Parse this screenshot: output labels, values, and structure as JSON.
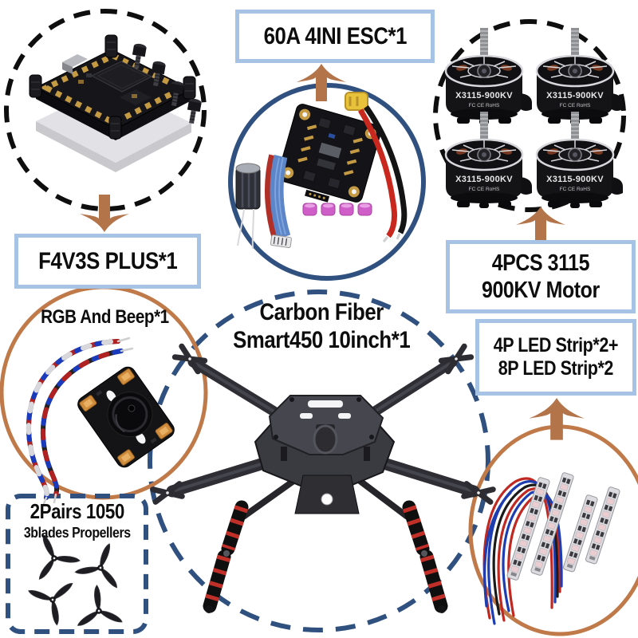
{
  "colors": {
    "label_border": "#a6c3e6",
    "navy": "#30517f",
    "orange": "#c07a4a",
    "arrow": "#b4744a",
    "dash_black": "#0e0e0e",
    "text": "#0d0d0d"
  },
  "labels": {
    "esc": "60A 4INI ESC*1",
    "flight_controller": "F4V3S PLUS*1",
    "motors_line1": "4PCS 3115",
    "motors_line2": "900KV Motor",
    "rgb": "RGB And Beep*1",
    "frame_line1": "Carbon Fiber",
    "frame_line2": "Smart450 10inch*1",
    "led_line1": "4P LED Strip*2+",
    "led_line2": "8P LED Strip*2",
    "props_line1": "2Pairs 1050",
    "props_line2": "3blades Propellers"
  },
  "motor_marking": {
    "model": "X3115-900KV",
    "cert": "FC CE RoHS"
  }
}
